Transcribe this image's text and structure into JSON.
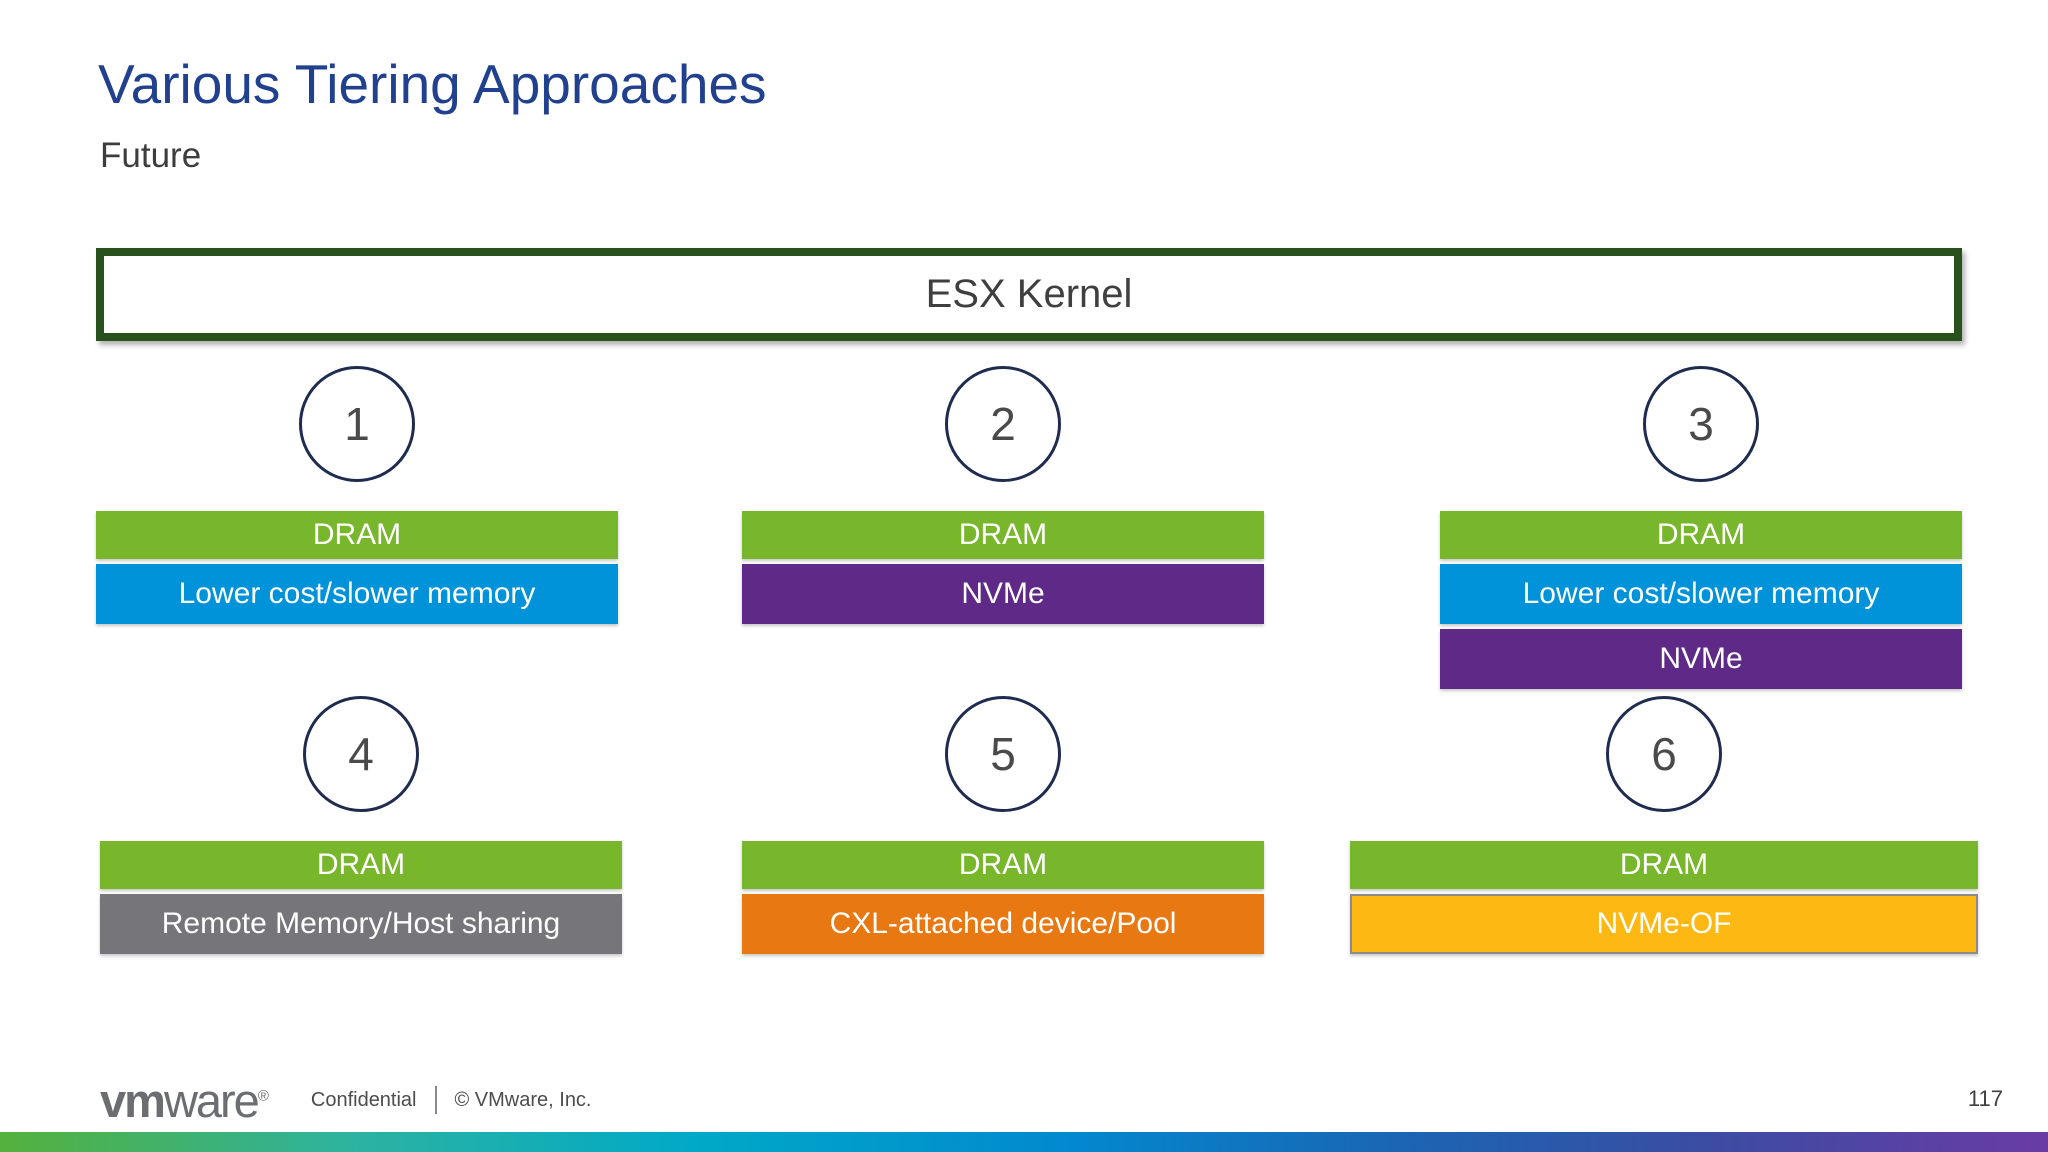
{
  "slide": {
    "title": "Various Tiering Approaches",
    "subtitle": "Future",
    "kernel_label": "ESX Kernel",
    "page_number": "117"
  },
  "footer": {
    "logo_vm": "vm",
    "logo_ware": "ware",
    "logo_reg": "®",
    "confidential": "Confidential",
    "copyright": "© VMware, Inc."
  },
  "colors": {
    "title_blue": "#21418f",
    "kernel_border_green": "#28511d",
    "circle_border_navy": "#1f2c50",
    "dram_green": "#78b72c",
    "slower_memory_blue": "#0093d9",
    "nvme_purple": "#5f2a87",
    "remote_memory_gray": "#76767a",
    "cxl_orange": "#e87812",
    "nvme_of_yellow": "#fdb813",
    "nvme_of_border_gray": "#8b8b8b",
    "gradient_left_green": "#54b13c",
    "gradient_mid_blue": "#0289cf",
    "gradient_right_purple": "#6a3ba5"
  },
  "approaches": [
    {
      "number": "1",
      "tiers": [
        {
          "label": "DRAM",
          "color": "#78b72c"
        },
        {
          "label": "Lower cost/slower memory",
          "color": "#0093d9"
        }
      ]
    },
    {
      "number": "2",
      "tiers": [
        {
          "label": "DRAM",
          "color": "#78b72c"
        },
        {
          "label": "NVMe",
          "color": "#5f2a87"
        }
      ]
    },
    {
      "number": "3",
      "tiers": [
        {
          "label": "DRAM",
          "color": "#78b72c"
        },
        {
          "label": "Lower cost/slower memory",
          "color": "#0093d9"
        },
        {
          "label": "NVMe",
          "color": "#5f2a87"
        }
      ]
    },
    {
      "number": "4",
      "tiers": [
        {
          "label": "DRAM",
          "color": "#78b72c"
        },
        {
          "label": "Remote Memory/Host sharing",
          "color": "#76767a"
        }
      ]
    },
    {
      "number": "5",
      "tiers": [
        {
          "label": "DRAM",
          "color": "#78b72c"
        },
        {
          "label": "CXL-attached device/Pool",
          "color": "#e87812"
        }
      ]
    },
    {
      "number": "6",
      "tiers": [
        {
          "label": "DRAM",
          "color": "#78b72c"
        },
        {
          "label": "NVMe-OF",
          "color": "#fdb813",
          "border_color": "#8b8b8b"
        }
      ]
    }
  ]
}
